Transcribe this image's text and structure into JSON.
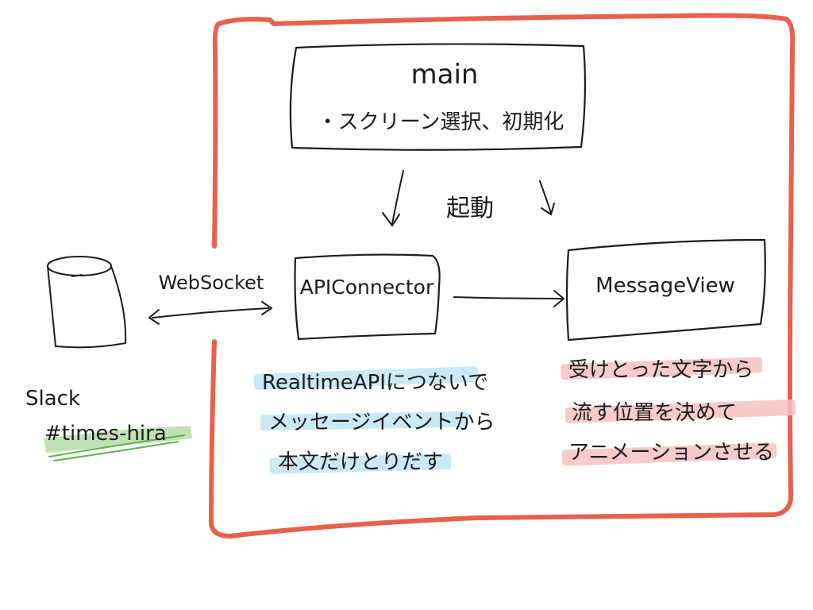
{
  "main": {
    "title": "main",
    "subtitle": "・スクリーン選択、初期化"
  },
  "launch_label": "起動",
  "websocket_label": "WebSocket",
  "api_connector": {
    "title": "APIConnector",
    "notes": [
      "RealtimeAPIにつないで",
      "メッセージイベントから",
      "本文だけとりだす"
    ]
  },
  "message_view": {
    "title": "MessageView",
    "notes": [
      "受けとった文字から",
      "流す位置を決めて",
      "アニメーションさせる"
    ]
  },
  "slack": {
    "label": "Slack",
    "channel": "#times-hira"
  },
  "colors": {
    "frame": "#e8604e",
    "ink": "#1c1c1c",
    "blue_highlight": "#bde3f2",
    "red_highlight": "#f5c2c0",
    "green_highlight": "#b5dca8"
  }
}
